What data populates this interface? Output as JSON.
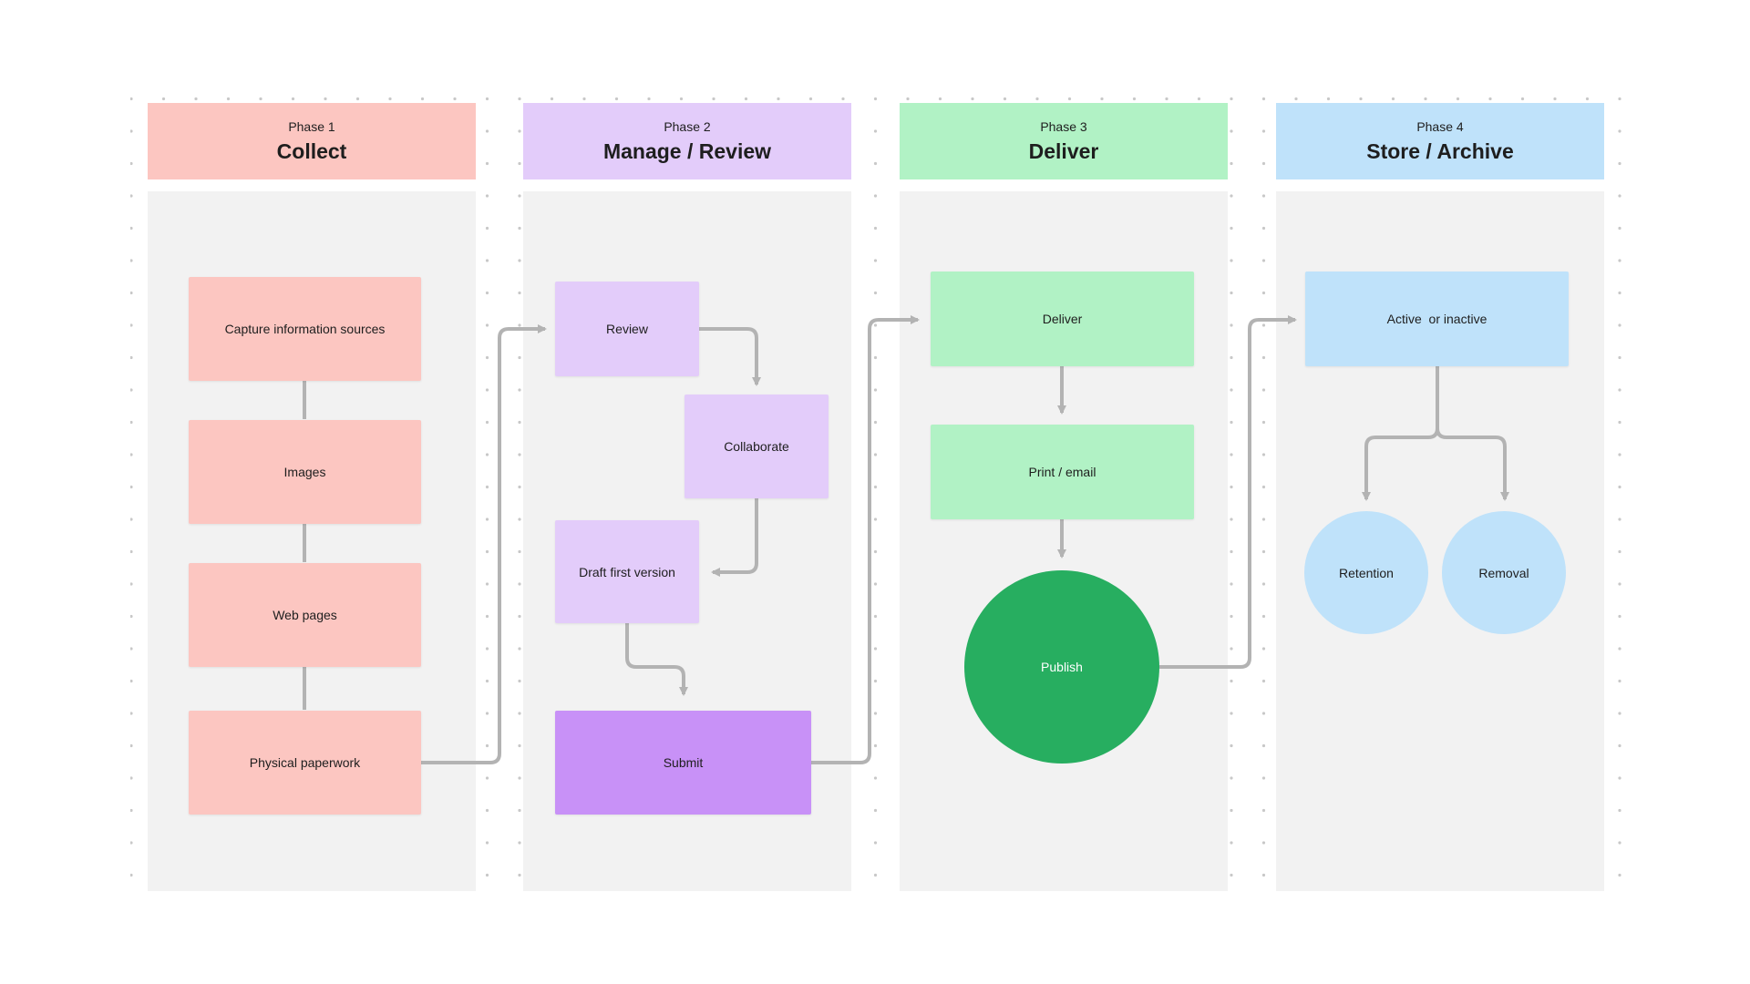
{
  "colors": {
    "collect": "#fcc6c1",
    "collect_node": "#fcc6c1",
    "review": "#e3ccfa",
    "review_node": "#e3ccfa",
    "submit": "#c891f7",
    "deliver": "#b1f2c5",
    "deliver_node": "#b1f2c5",
    "publish": "#27ae60",
    "archive": "#bfe2fa",
    "archive_node": "#bfe2fa",
    "lane_bg": "#f2f2f2",
    "connector": "#b3b3b3"
  },
  "phases": [
    {
      "number": "Phase 1",
      "title": "Collect"
    },
    {
      "number": "Phase 2",
      "title": "Manage / Review"
    },
    {
      "number": "Phase 3",
      "title": "Deliver"
    },
    {
      "number": "Phase 4",
      "title": "Store / Archive"
    }
  ],
  "nodes": {
    "capture": "Capture information sources",
    "images": "Images",
    "web_pages": "Web pages",
    "paperwork": "Physical paperwork",
    "review": "Review",
    "collaborate": "Collaborate",
    "draft": "Draft first version",
    "submit": "Submit",
    "deliver": "Deliver",
    "print_email": "Print / email",
    "publish": "Publish",
    "active_inactive": "Active  or inactive",
    "retention": "Retention",
    "removal": "Removal"
  }
}
